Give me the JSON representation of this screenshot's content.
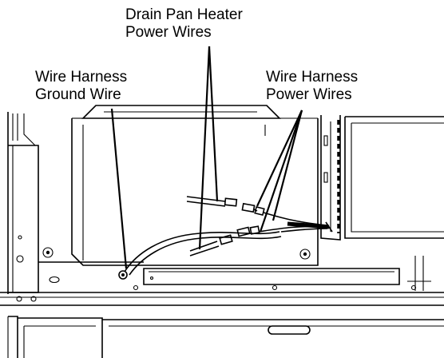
{
  "diagram": {
    "labels": {
      "drain_pan_heater_power_wires": [
        "Drain Pan Heater",
        "Power Wires"
      ],
      "wire_harness_ground_wire": [
        "Wire Harness",
        "Ground Wire"
      ],
      "wire_harness_power_wires": [
        "Wire Harness",
        "Power Wires"
      ]
    }
  }
}
